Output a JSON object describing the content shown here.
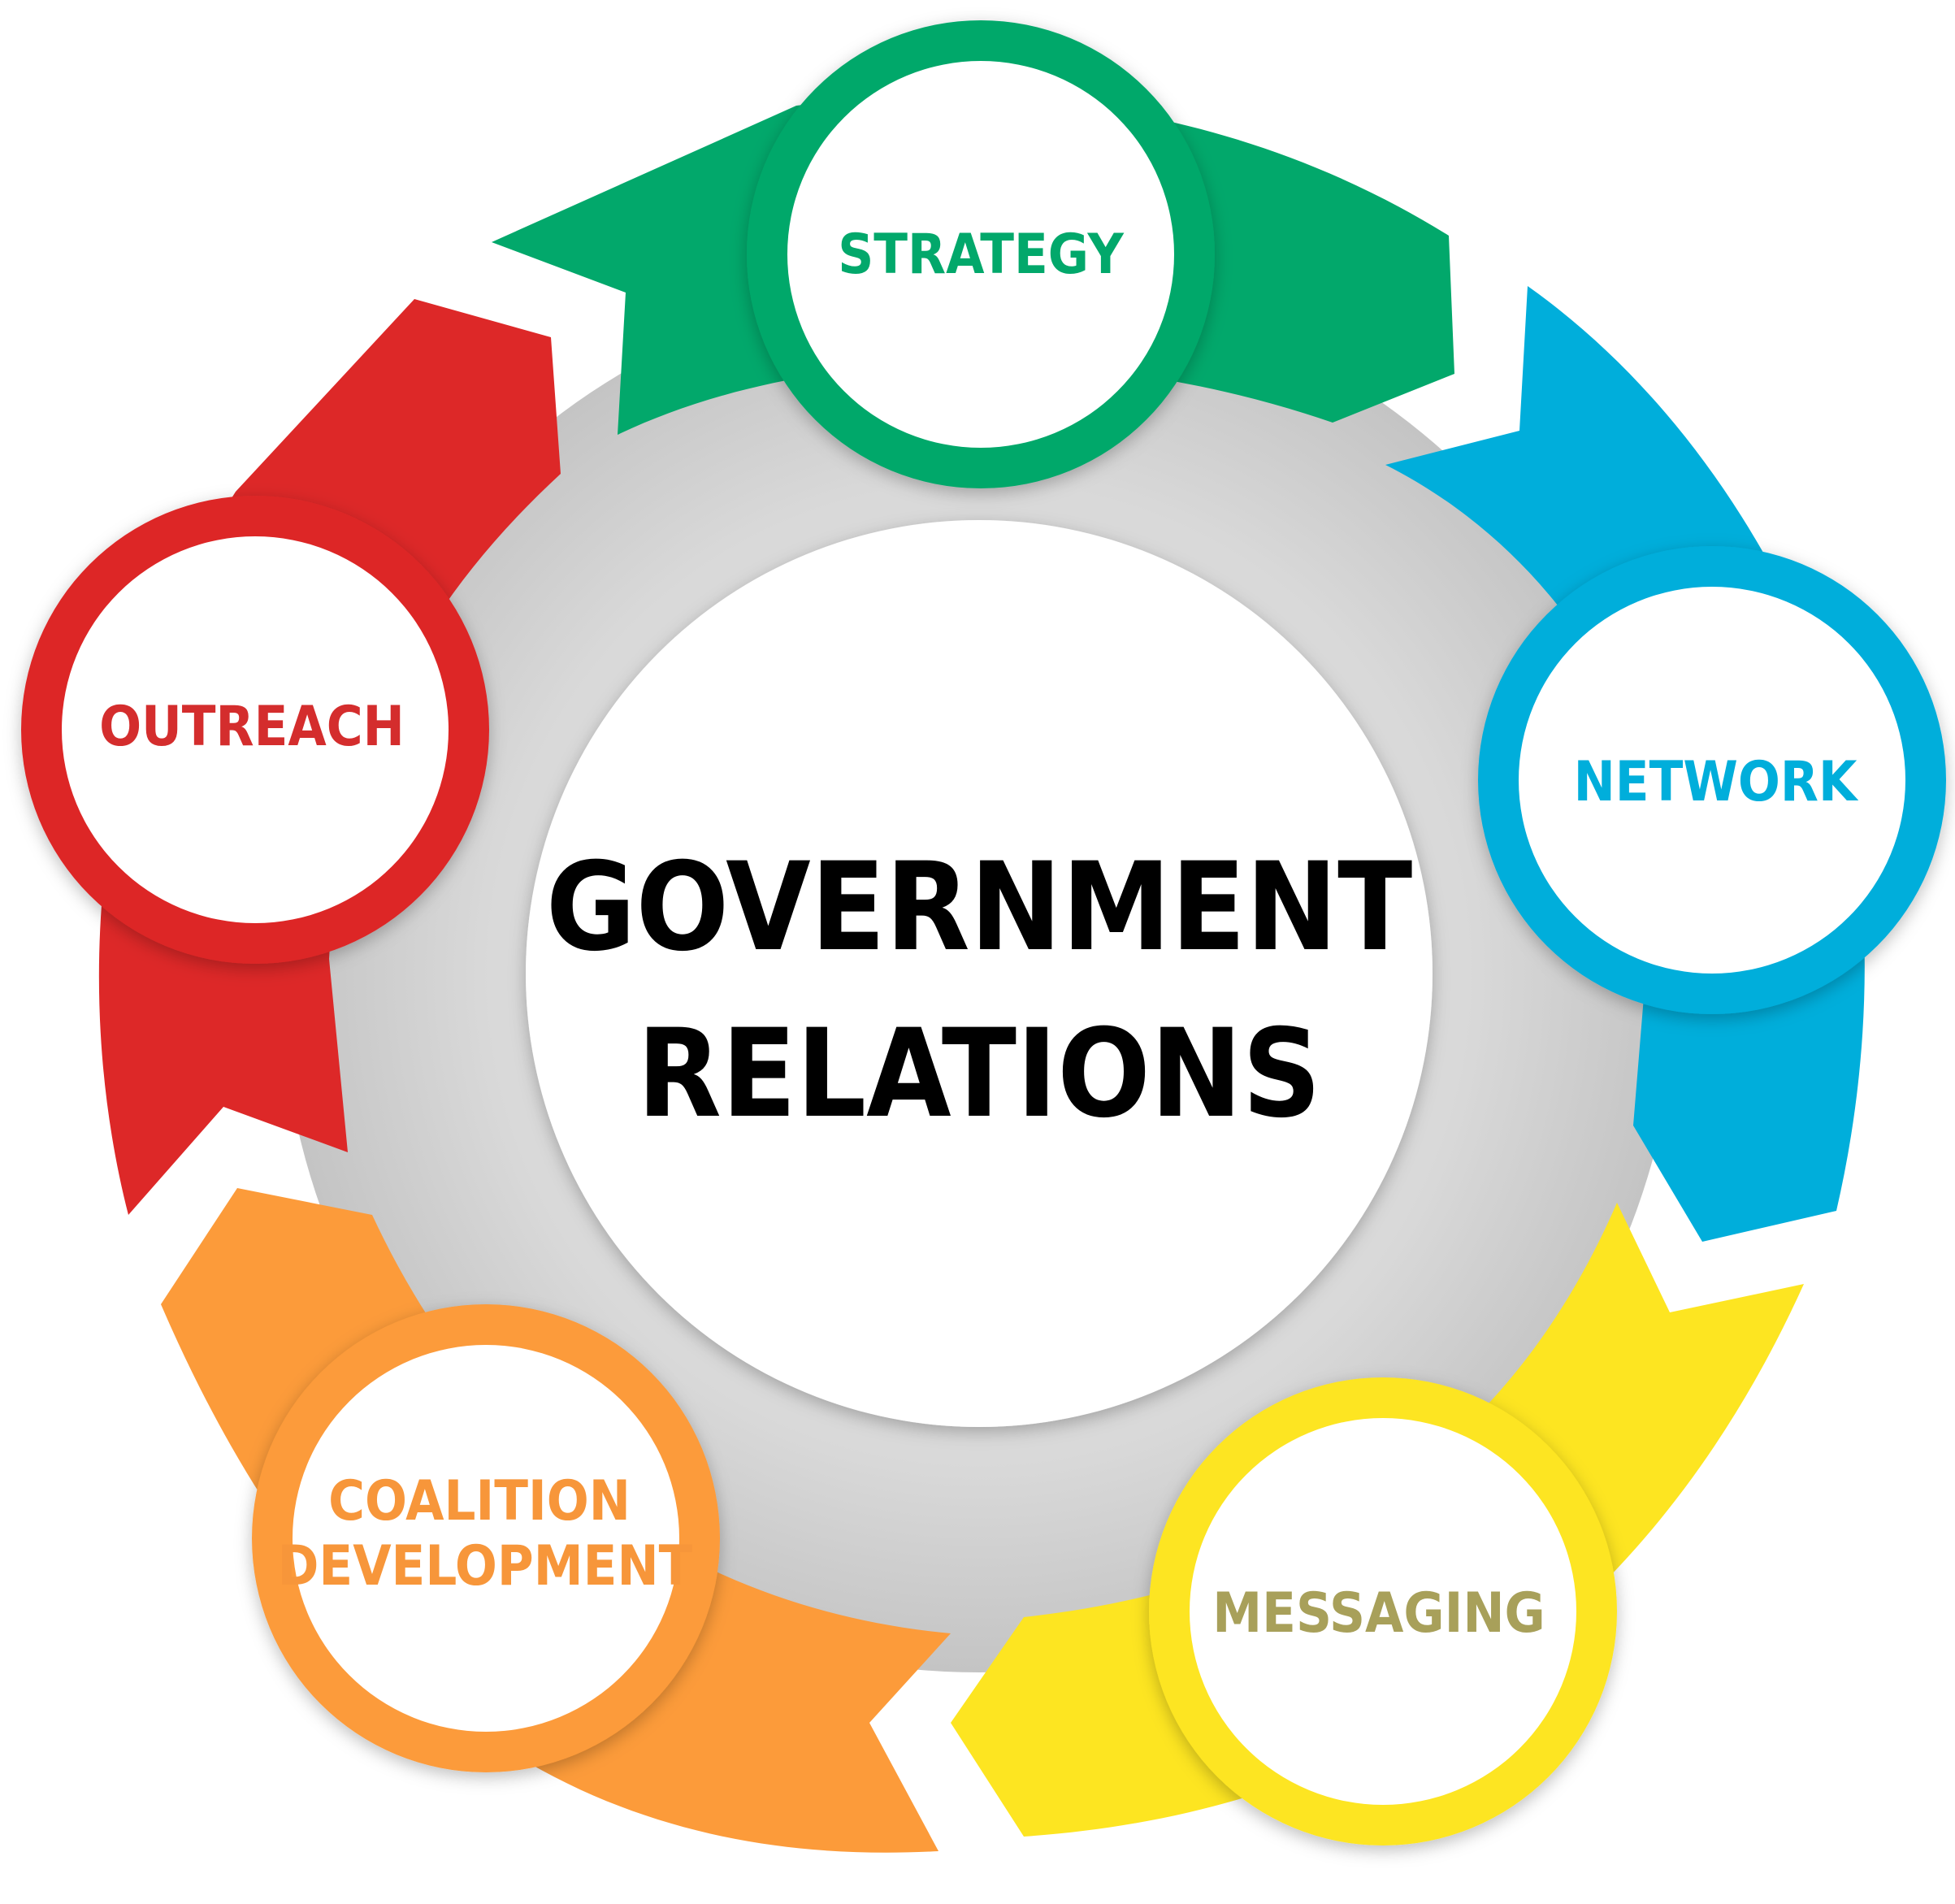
{
  "center": {
    "line1": "GOVERNMENT",
    "line2": "RELATIONS"
  },
  "nodes": [
    {
      "id": "strategy",
      "label": "STRATEGY",
      "color": "#02a86b",
      "text_color": "#02a86b"
    },
    {
      "id": "network",
      "label": "NETWORK",
      "color": "#00aedb",
      "text_color": "#00aedb"
    },
    {
      "id": "messaging",
      "label": "MESSAGING",
      "color": "#fde521",
      "text_color": "#a8a05a"
    },
    {
      "id": "coalition",
      "label_line1": "COALITION",
      "label_line2": "DEVELOPMENT",
      "color": "#fc9b3a",
      "text_color": "#f7963a"
    },
    {
      "id": "outreach",
      "label": "OUTREACH",
      "color": "#dd2828",
      "text_color": "#d42d2d"
    }
  ],
  "colors": {
    "ring": "#cfcfcf",
    "center_fill": "#ffffff",
    "center_text": "#000000"
  }
}
